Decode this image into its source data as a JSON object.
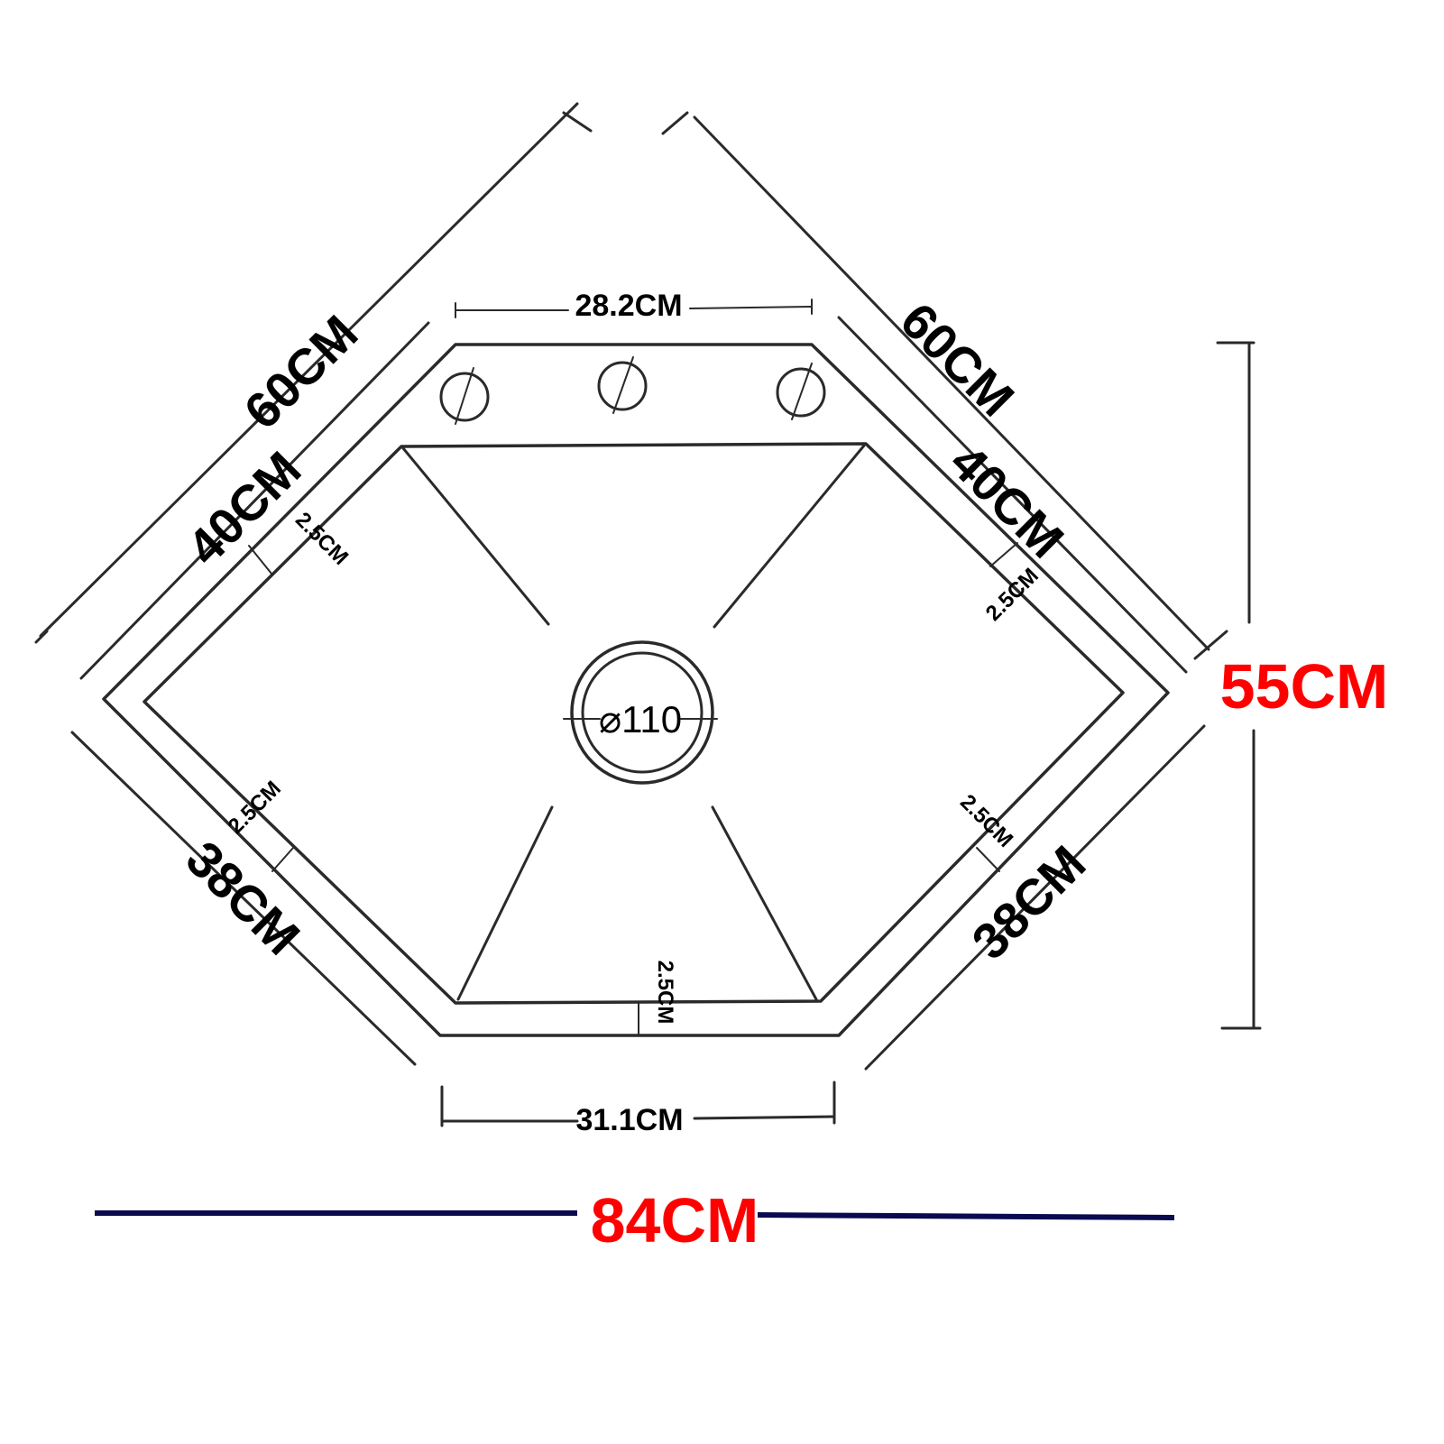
{
  "dimensions": {
    "outer_left": "60CM",
    "outer_right": "60CM",
    "bowl_left": "40CM",
    "bowl_right": "40CM",
    "front_left": "38CM",
    "front_right": "38CM",
    "top_edge": "28.2CM",
    "bottom_edge": "31.1CM",
    "rim_upper_left": "2.5CM",
    "rim_upper_right": "2.5CM",
    "rim_lower_left": "2.5CM",
    "rim_lower_right": "2.5CM",
    "rim_bottom": "2.5CM",
    "drain": "⌀110",
    "height": "55CM",
    "width": "84CM"
  },
  "colors": {
    "line": "#2a2a2a",
    "highlight": "#ff0000",
    "width_bar": "#0a0a50"
  }
}
